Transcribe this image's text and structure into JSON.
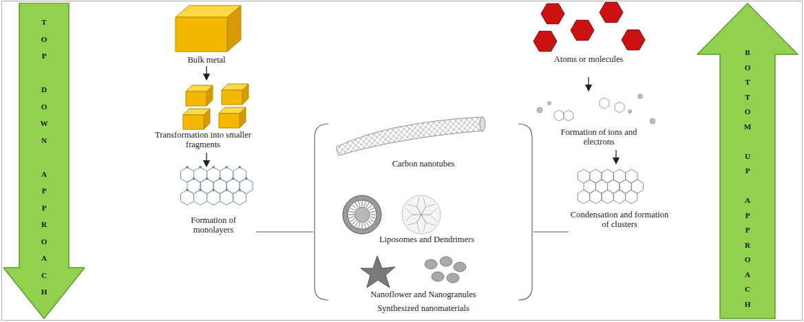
{
  "diagram": {
    "nodes": [
      {
        "text": [
          "TOP DOWN APPROACH"
        ]
      },
      {
        "text": [
          "Synthesized nanomaterials"
        ]
      },
      {
        "text": [
          "BOTTOM UP APPROACH"
        ]
      }
    ],
    "labels": [
      "Bulk metal",
      "Transformation into smaller fragments",
      "Formation of monolayers",
      "Carbon nanotubes",
      "Liposomes and Dendrimers",
      "Nanoflower and Nanogranules",
      "Atoms or molecules",
      "Formation of ions and electrons",
      "Condensation and formation of clusters"
    ]
  }
}
